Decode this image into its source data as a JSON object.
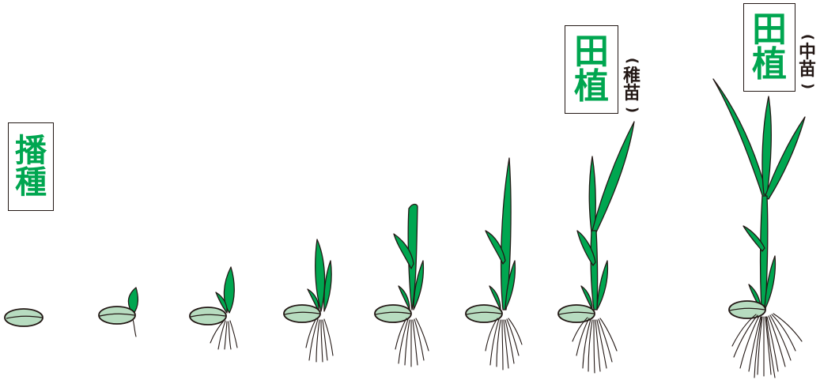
{
  "labels": {
    "sowing": {
      "line1": "播",
      "line2": "種"
    },
    "transplant_young": {
      "line1": "田",
      "line2": "植",
      "paren_open": "(",
      "note1": "稚",
      "note2": "苗",
      "paren_close": ")"
    },
    "transplant_middle": {
      "line1": "田",
      "line2": "植",
      "paren_open": "(",
      "note1": "中",
      "note2": "苗",
      "paren_close": ")"
    }
  },
  "colors": {
    "leaf": "#00a650",
    "seed": "#b7dcc0",
    "outline": "#231815",
    "label_text": "#00a650"
  },
  "stages": [
    {
      "name": "seed",
      "leaves": 0,
      "roots": 0
    },
    {
      "name": "sprout",
      "leaves": 1,
      "roots": 1
    },
    {
      "name": "stage-3",
      "leaves": 2,
      "roots": 5
    },
    {
      "name": "stage-4",
      "leaves": 3,
      "roots": 6
    },
    {
      "name": "stage-5",
      "leaves": 3,
      "roots": 7
    },
    {
      "name": "stage-6",
      "leaves": 3,
      "roots": 8
    },
    {
      "name": "young-seedling",
      "leaves": 4,
      "roots": 9
    },
    {
      "name": "middle-seedling",
      "leaves": 6,
      "roots": 14
    }
  ]
}
